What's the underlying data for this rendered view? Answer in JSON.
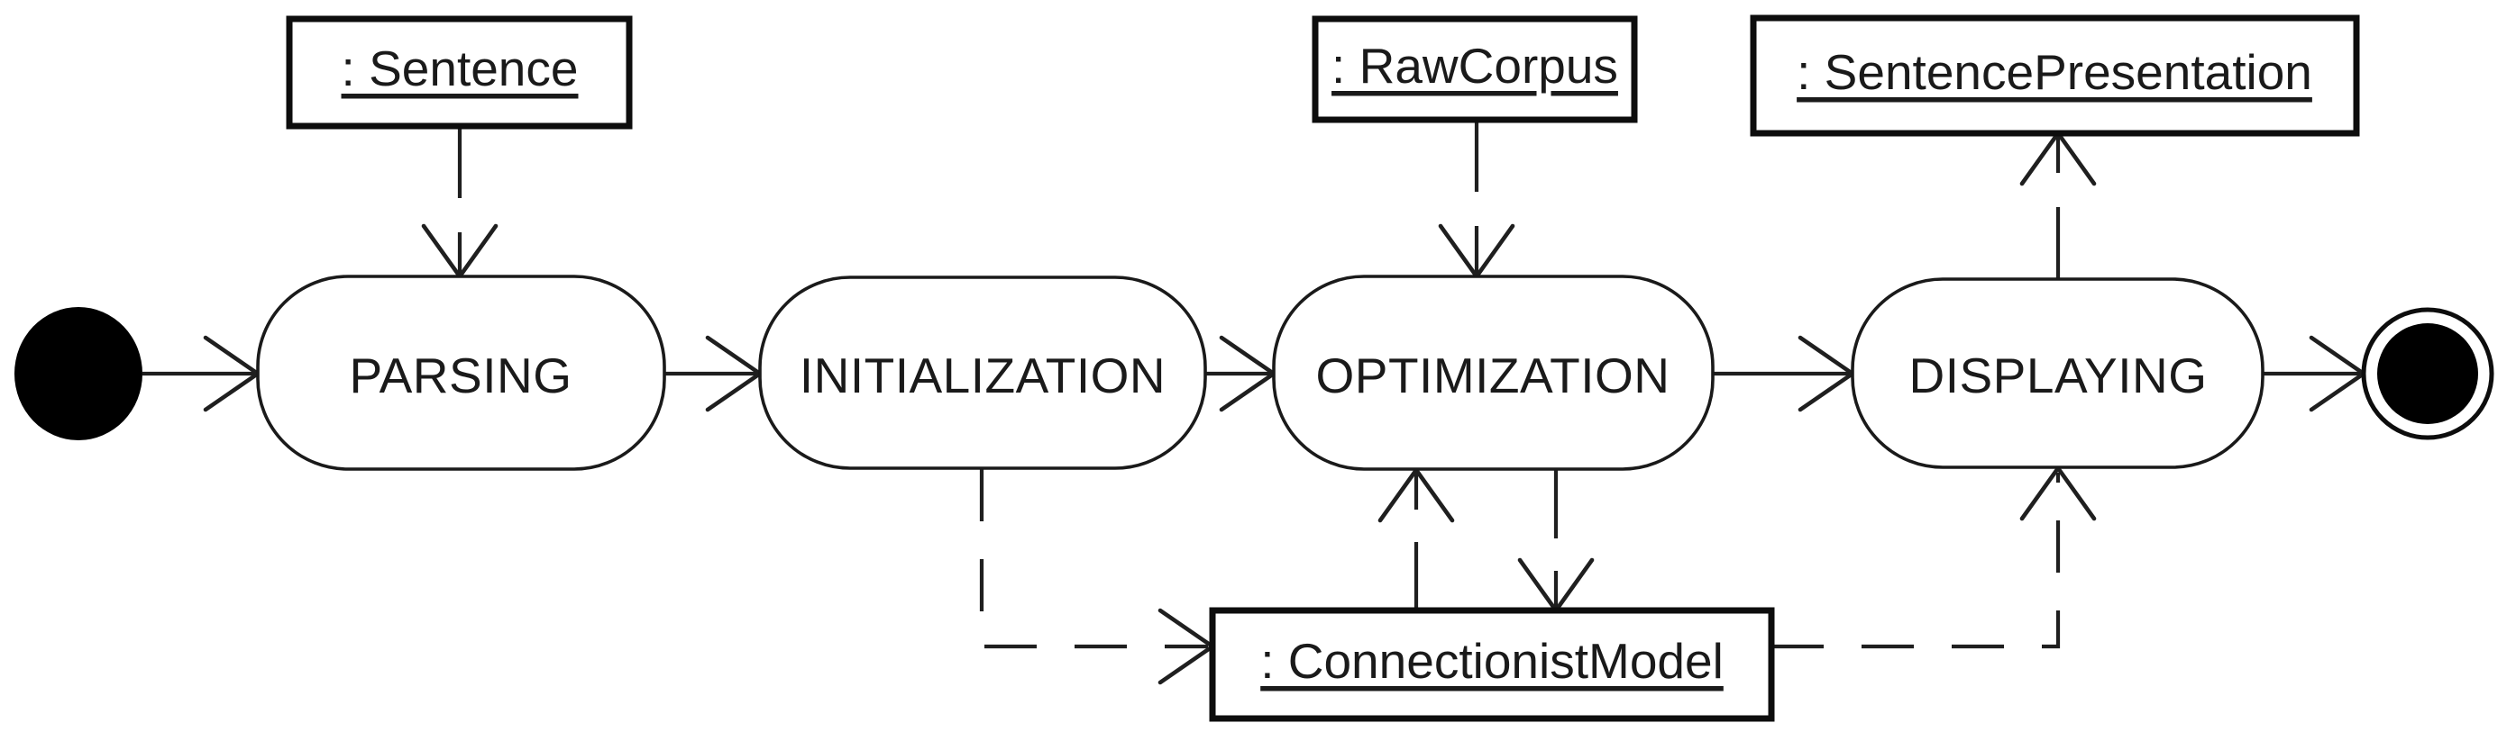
{
  "diagram": {
    "type": "uml-activity-state-diagram",
    "background": "#ffffff",
    "colors": {
      "stroke": "#1a1a1a",
      "node_fill": "#ffffff",
      "terminal_fill": "#000000"
    },
    "states": [
      {
        "id": "parsing",
        "label": "PARSING"
      },
      {
        "id": "initialization",
        "label": "INITIALIZATION"
      },
      {
        "id": "optimization",
        "label": "OPTIMIZATION"
      },
      {
        "id": "displaying",
        "label": "DISPLAYING"
      }
    ],
    "objects": [
      {
        "id": "sentence",
        "label": ": Sentence",
        "underlined": true
      },
      {
        "id": "raw-corpus",
        "label": ": RawCorpus",
        "underlined": true
      },
      {
        "id": "sentence-presentation",
        "label": ": SentencePresentation",
        "underlined": true
      },
      {
        "id": "connectionist-model",
        "label": ": ConnectionistModel",
        "underlined": true
      }
    ],
    "control_nodes": [
      {
        "id": "initial",
        "type": "initial-state-filled-circle"
      },
      {
        "id": "final",
        "type": "final-state-ringed-circle"
      }
    ],
    "edges": [
      {
        "from": "initial",
        "to": "parsing",
        "style": "solid",
        "arrow": "open-chevron"
      },
      {
        "from": "sentence",
        "to": "parsing",
        "style": "solid-long-dash",
        "arrow": "open-chevron"
      },
      {
        "from": "parsing",
        "to": "initialization",
        "style": "solid",
        "arrow": "open-chevron"
      },
      {
        "from": "initialization",
        "to": "optimization",
        "style": "solid",
        "arrow": "open-chevron"
      },
      {
        "from": "raw-corpus",
        "to": "optimization",
        "style": "solid-long-dash",
        "arrow": "open-chevron"
      },
      {
        "from": "optimization",
        "to": "displaying",
        "style": "solid",
        "arrow": "open-chevron"
      },
      {
        "from": "displaying",
        "to": "sentence-presentation",
        "style": "solid-long-dash",
        "arrow": "open-chevron"
      },
      {
        "from": "displaying",
        "to": "final",
        "style": "solid",
        "arrow": "open-chevron"
      },
      {
        "from": "initialization",
        "to": "connectionist-model",
        "style": "dashed",
        "arrow": "open-chevron"
      },
      {
        "from": "connectionist-model",
        "to": "optimization",
        "style": "solid-long-dash",
        "arrow": "open-chevron"
      },
      {
        "from": "optimization",
        "to": "connectionist-model",
        "style": "solid-long-dash",
        "arrow": "open-chevron"
      },
      {
        "from": "connectionist-model",
        "to": "displaying",
        "style": "dashed",
        "arrow": "open-chevron"
      }
    ]
  }
}
